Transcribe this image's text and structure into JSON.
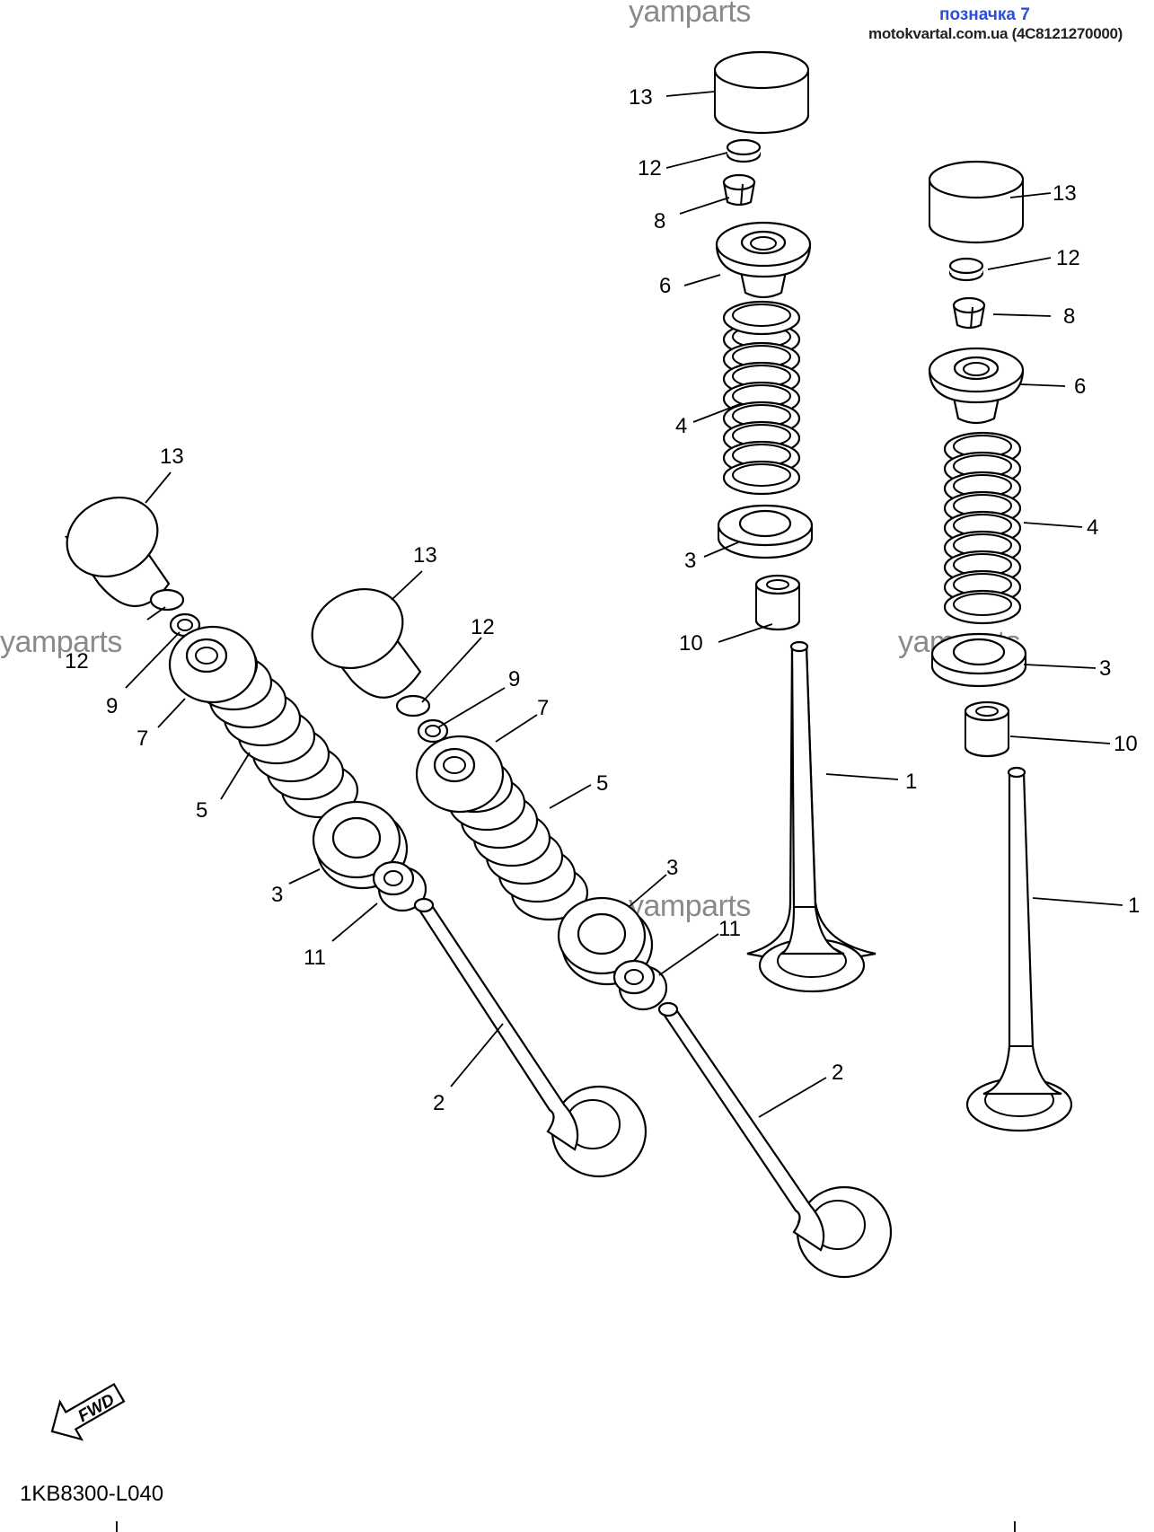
{
  "watermarks": [
    "yamparts",
    "yamparts",
    "yamparts",
    "yamparts"
  ],
  "header": {
    "mark": "позначка 7",
    "source": "motokvartal.com.ua (4C8121270000)"
  },
  "footer": {
    "drawing_code": "1KB8300-L040",
    "fwd_label": "FWD"
  },
  "callouts": [
    "13",
    "12",
    "8",
    "6",
    "4",
    "3",
    "10",
    "1",
    "13",
    "12",
    "8",
    "6",
    "4",
    "3",
    "10",
    "1",
    "13",
    "12",
    "9",
    "7",
    "5",
    "3",
    "11",
    "2",
    "13",
    "12",
    "9",
    "7",
    "5",
    "3",
    "11",
    "2"
  ]
}
